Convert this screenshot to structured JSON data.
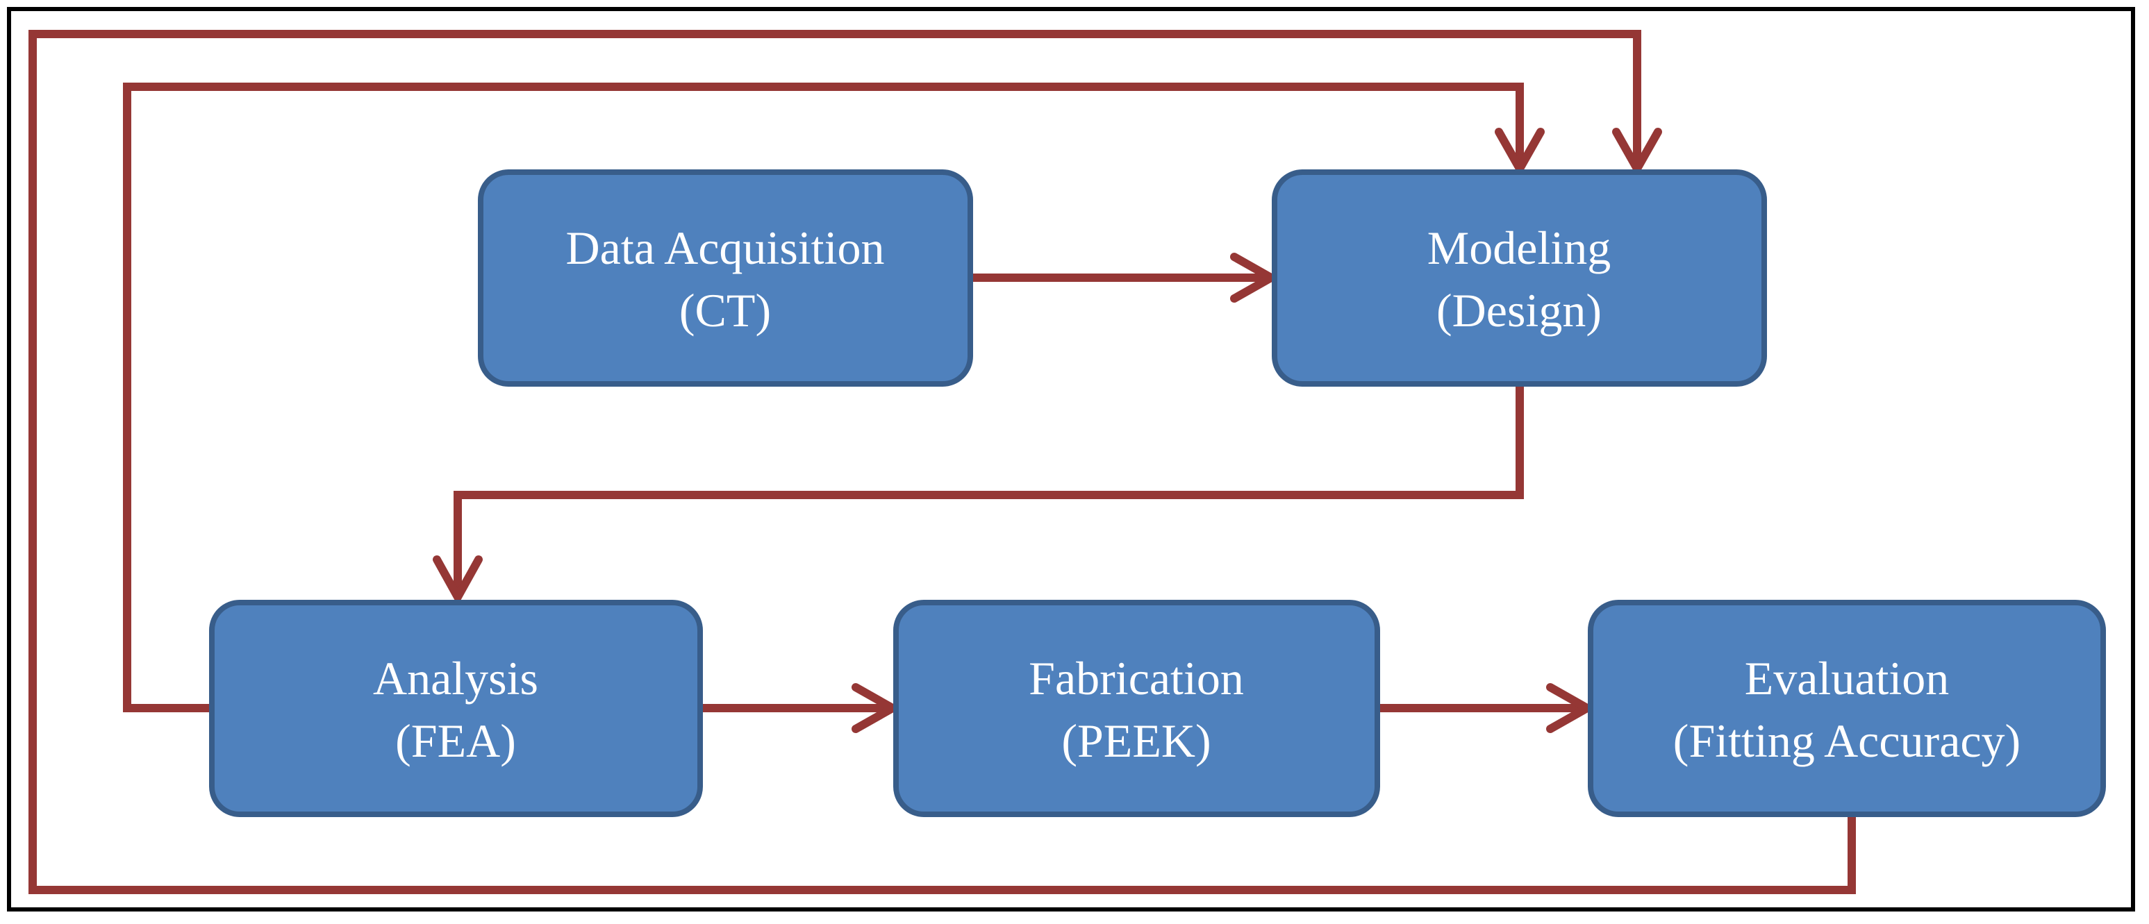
{
  "colors": {
    "box_fill": "#4f81bd",
    "box_border": "#385d8a",
    "connector": "#953735",
    "text": "#ffffff",
    "frame": "#000000"
  },
  "nodes": {
    "data_acquisition": {
      "line1": "Data Acquisition",
      "line2": "(CT)"
    },
    "modeling": {
      "line1": "Modeling",
      "line2": "(Design)"
    },
    "analysis": {
      "line1": "Analysis",
      "line2": "(FEA)"
    },
    "fabrication": {
      "line1": "Fabrication",
      "line2": "(PEEK)"
    },
    "evaluation": {
      "line1": "Evaluation",
      "line2": "(Fitting Accuracy)"
    }
  },
  "edges": [
    {
      "from": "data_acquisition",
      "to": "modeling"
    },
    {
      "from": "modeling",
      "to": "analysis"
    },
    {
      "from": "analysis",
      "to": "fabrication"
    },
    {
      "from": "fabrication",
      "to": "evaluation"
    },
    {
      "from": "analysis",
      "to": "modeling",
      "kind": "feedback"
    },
    {
      "from": "evaluation",
      "to": "modeling",
      "kind": "feedback"
    }
  ]
}
